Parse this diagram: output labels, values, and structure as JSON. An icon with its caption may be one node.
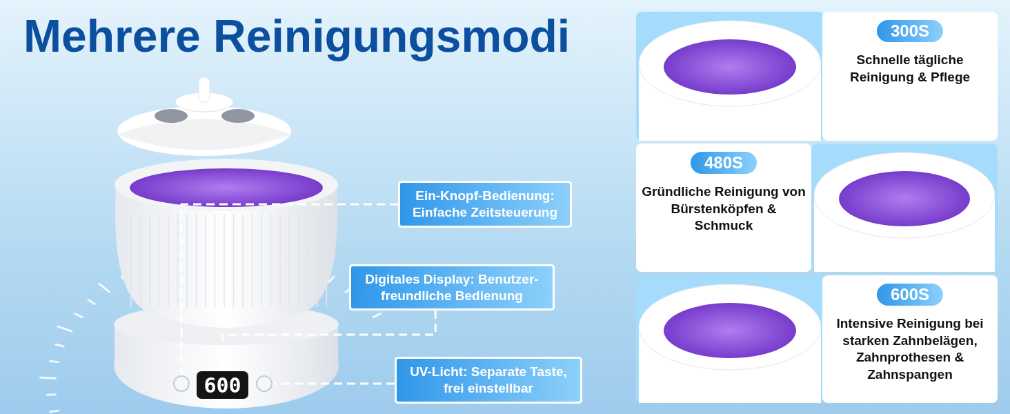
{
  "diagram": {
    "title": "Mehrere Reinigungsmodi",
    "nodes": [
      {
        "text": [
          "Ein-Knopf-Bedienung: Einfache Zeitsteuerung"
        ]
      },
      {
        "text": [
          "Digitales Display: Benutzer-freundliche Bedienung"
        ]
      },
      {
        "text": [
          "UV-Licht: Separate Taste, frei einstellbar"
        ]
      },
      {
        "text": [],
        "shape": "circle"
      },
      {
        "text": [
          "600"
        ]
      },
      {
        "text": [],
        "shape": "circle"
      },
      {
        "text": [
          "300S",
          "Schnelle tägliche Reinigung & Pflege"
        ]
      },
      {
        "text": [
          "480S",
          "Gründliche Reinigung von Bürstenköpfen & Schmuck"
        ]
      },
      {
        "text": [
          "600S",
          "Intensive Reinigung bei starken Zahnbelägen, Zahnprothesen & Zahnspangen"
        ]
      }
    ],
    "edges": [
      {
        "from": 0,
        "to": 3,
        "arrow": "none",
        "style": "dashed"
      },
      {
        "from": 1,
        "to": 4,
        "arrow": "none",
        "style": "dashed"
      },
      {
        "from": 2,
        "to": 5,
        "arrow": "none",
        "style": "dashed"
      }
    ]
  }
}
